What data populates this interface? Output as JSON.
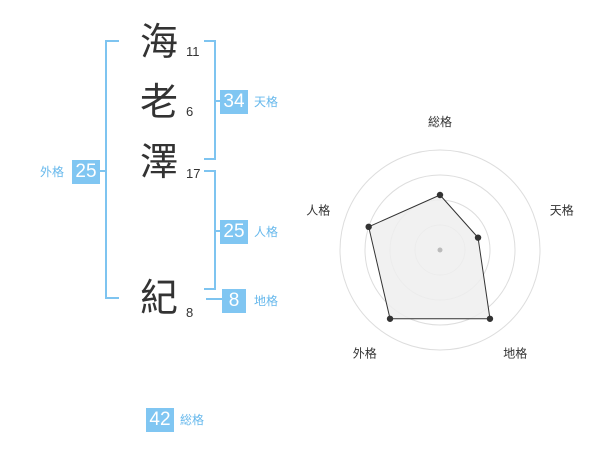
{
  "name": {
    "chars": [
      {
        "char": "海",
        "strokes": "11"
      },
      {
        "char": "老",
        "strokes": "6"
      },
      {
        "char": "澤",
        "strokes": "17"
      },
      {
        "char": "紀",
        "strokes": "8"
      }
    ]
  },
  "fortune": {
    "tenkaku": {
      "value": "34",
      "label": "天格"
    },
    "jinkaku": {
      "value": "25",
      "label": "人格"
    },
    "chikaku": {
      "value": "8",
      "label": "地格"
    },
    "gaikaku": {
      "value": "25",
      "label": "外格"
    },
    "soukaku": {
      "value": "42",
      "label": "総格"
    }
  },
  "chart_data": {
    "type": "radar",
    "axes": [
      "総格",
      "天格",
      "地格",
      "外格",
      "人格"
    ],
    "values": [
      0.55,
      0.4,
      0.85,
      0.85,
      0.75
    ],
    "max": 1,
    "rings": 4,
    "colors": {
      "fill": "#efefef",
      "stroke": "#333333",
      "ring": "#dddddd"
    }
  }
}
